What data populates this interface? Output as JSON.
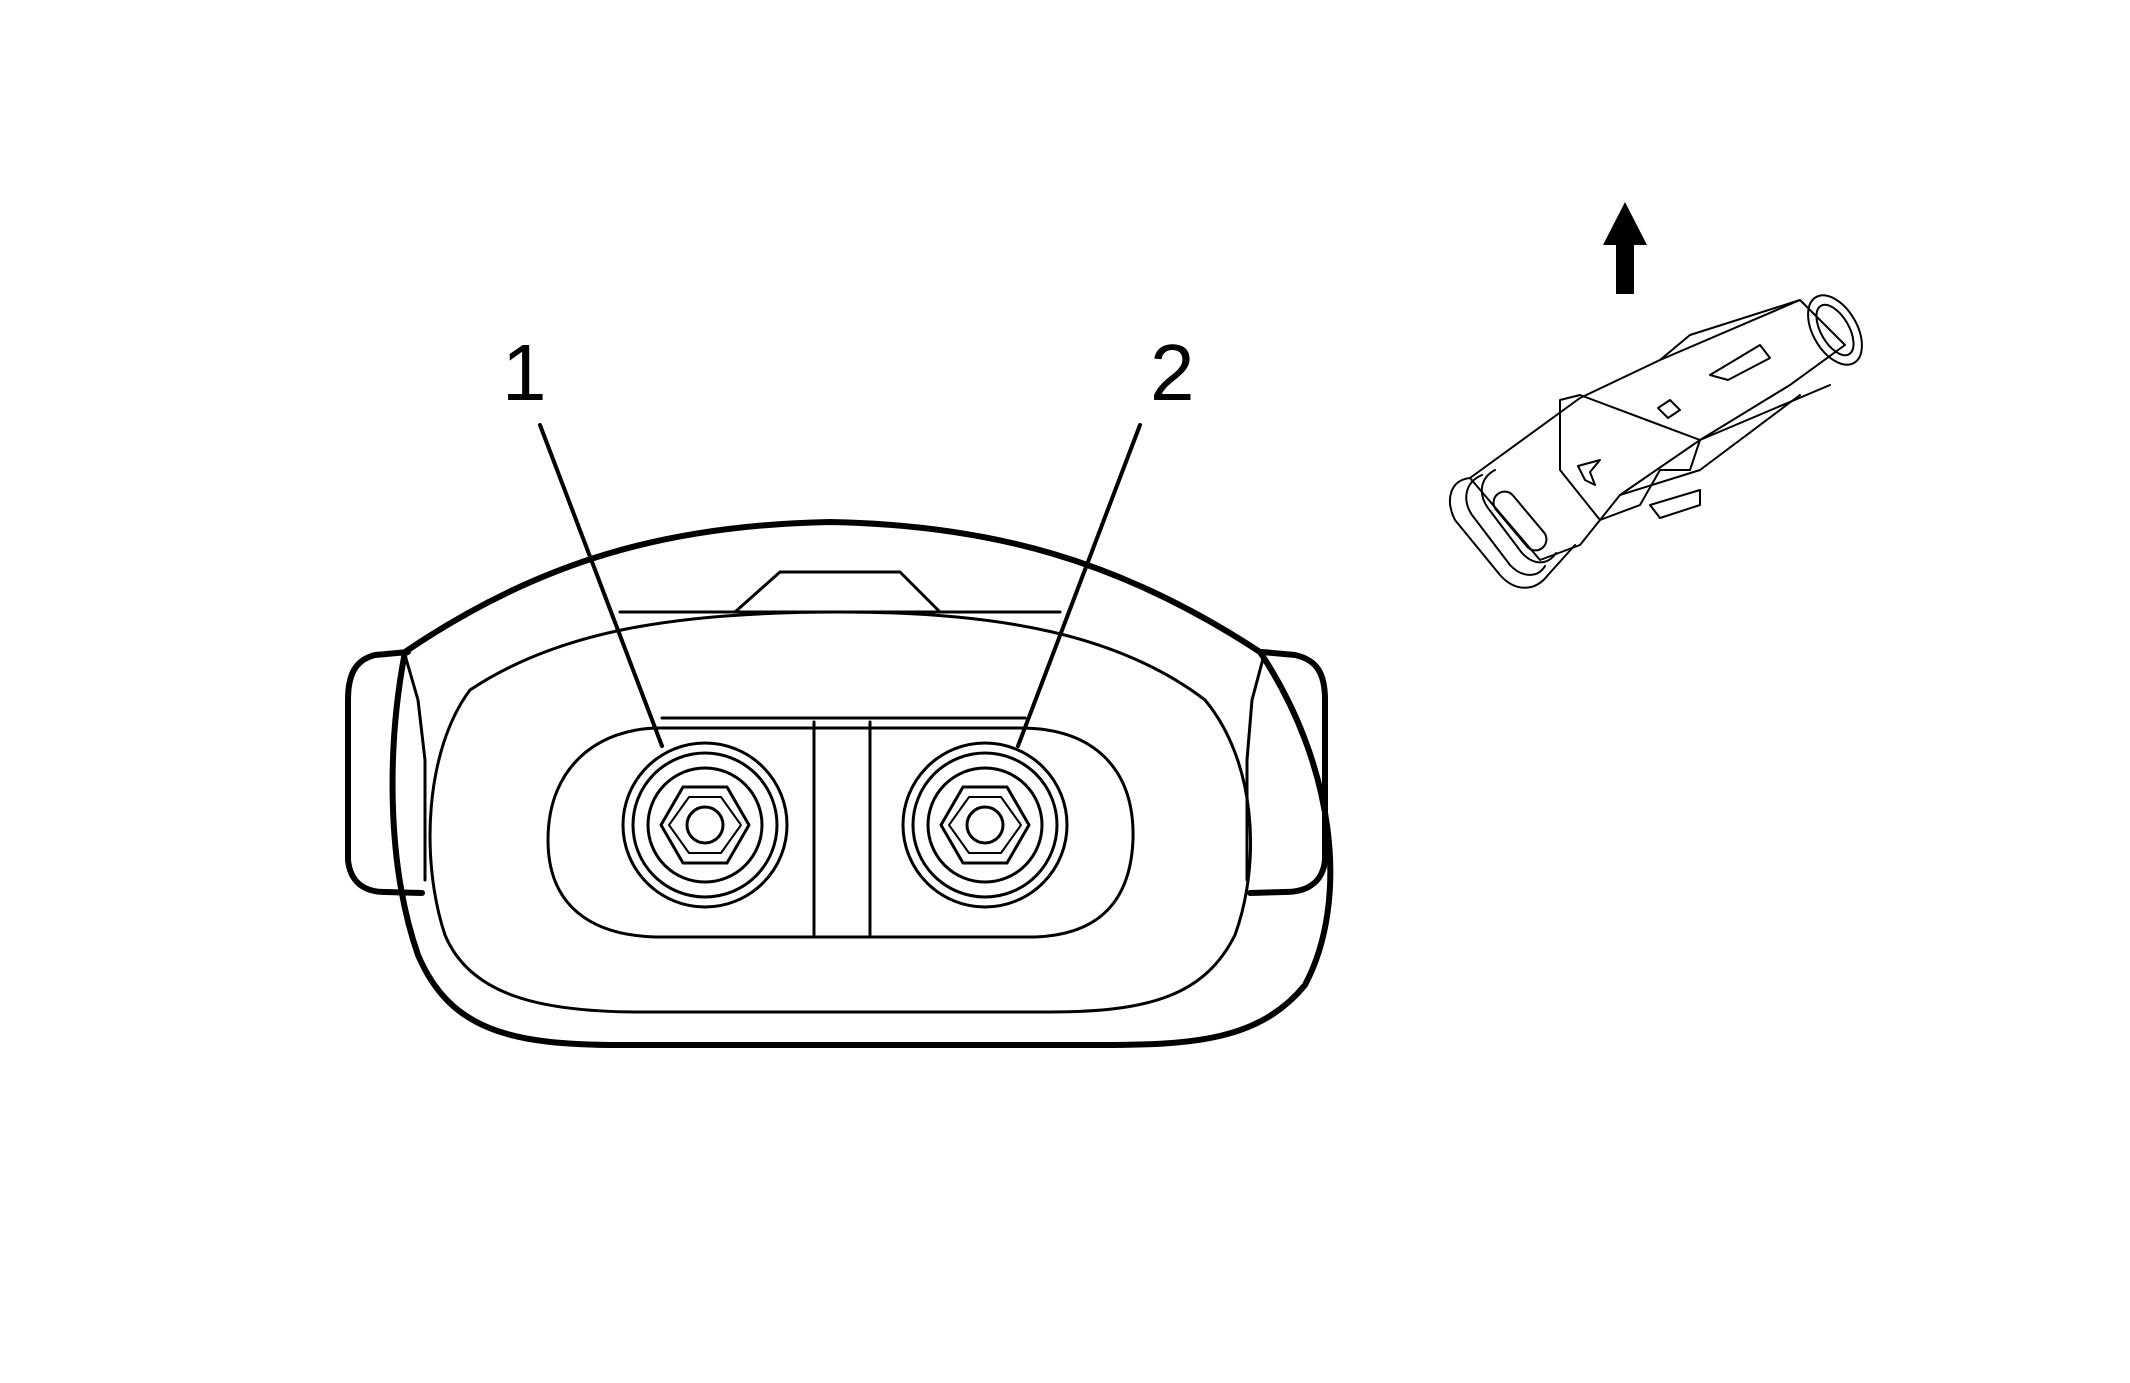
{
  "diagram": {
    "colors": {
      "line": "#000000",
      "background": "#ffffff"
    },
    "callouts": [
      {
        "label": "1",
        "target": "terminal-pin-1"
      },
      {
        "label": "2",
        "target": "terminal-pin-2"
      }
    ],
    "icons": {
      "direction_arrow": "arrow-up-icon",
      "connector_view": "connector-locator-icon"
    }
  }
}
